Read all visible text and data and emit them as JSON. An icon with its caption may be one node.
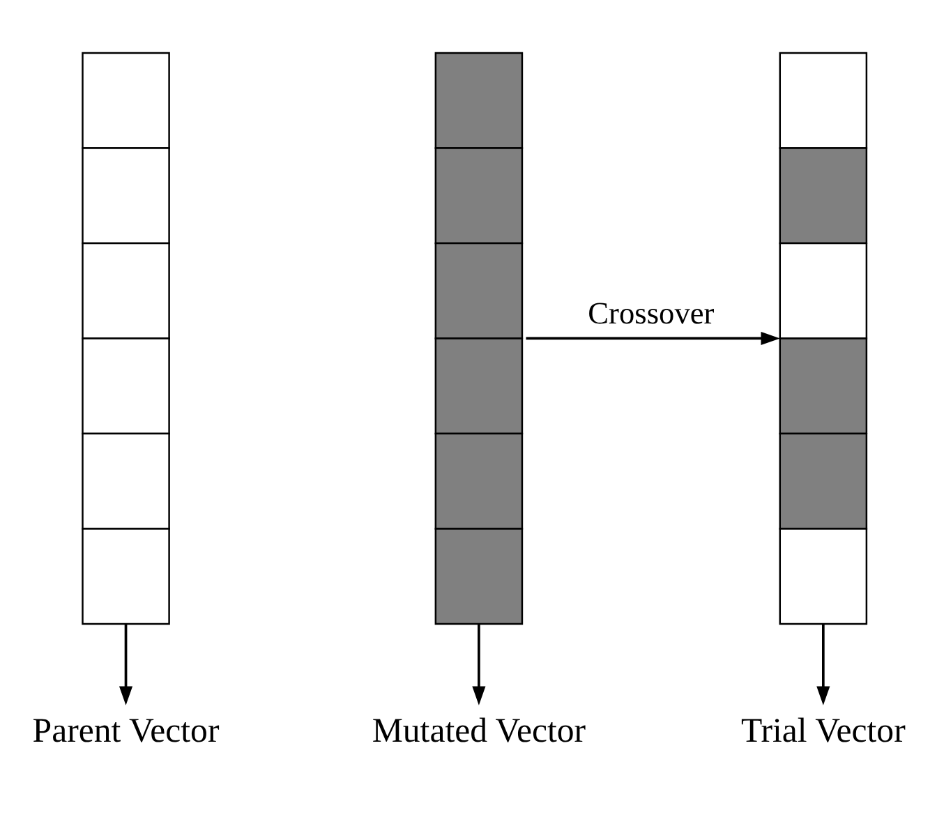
{
  "diagram": {
    "nodes": [
      {
        "text": [],
        "shape": "bar"
      },
      {
        "text": [],
        "shape": "bar"
      },
      {
        "text": [],
        "shape": "bar"
      },
      {
        "text": [
          "Parent Vector"
        ]
      },
      {
        "text": [
          "Mutated Vector"
        ]
      },
      {
        "text": [
          "Trial Vector"
        ]
      }
    ],
    "edges": [
      {
        "from": 0,
        "to": 3,
        "arrow": "to"
      },
      {
        "from": 1,
        "to": 2,
        "arrow": "to",
        "label": "Crossover"
      },
      {
        "from": 1,
        "to": 4,
        "arrow": "to"
      },
      {
        "from": 2,
        "to": 5,
        "arrow": "to"
      }
    ]
  }
}
